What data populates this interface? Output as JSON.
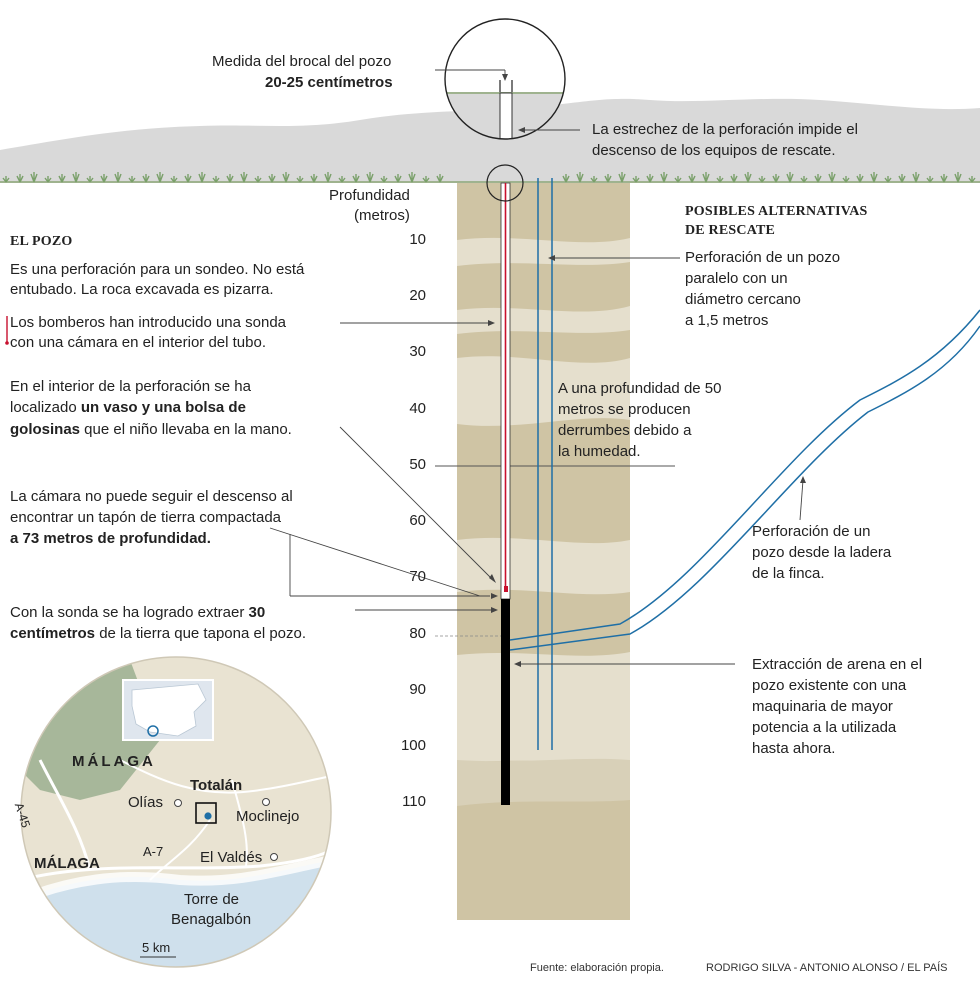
{
  "wellhead": {
    "title": "Medida del brocal del pozo",
    "value": "20-25 centímetros",
    "note_line1": "La estrechez de la perforación impide el",
    "note_line2": "descenso de los equipos de rescate."
  },
  "depth_axis": {
    "label_line1": "Profundidad",
    "label_line2": "(metros)",
    "ticks": [
      "10",
      "20",
      "30",
      "40",
      "50",
      "60",
      "70",
      "80",
      "90",
      "100",
      "110"
    ]
  },
  "left_panel": {
    "heading": "EL POZO",
    "p1_line1": "Es una perforación para un sondeo. No está",
    "p1_line2": "entubado. La roca excavada es pizarra.",
    "p2_line1": "Los bomberos han introducido una sonda",
    "p2_line2": "con una cámara en el interior del tubo.",
    "p3_line1": "En el interior de la perforación se ha",
    "p3_line2a": "localizado ",
    "p3_line2b": "un vaso y una bolsa de",
    "p3_line3a": "golosinas",
    "p3_line3b": " que el niño llevaba en la mano.",
    "p4_line1": "La cámara no puede seguir el descenso al",
    "p4_line2": "encontrar un tapón de tierra compactada",
    "p4_line3": "a 73 metros de profundidad.",
    "p5_line1a": "Con la sonda se ha logrado extraer ",
    "p5_line1b": "30",
    "p5_line2a": "centímetros",
    "p5_line2b": " de la tierra que tapona el pozo."
  },
  "right_panel": {
    "heading_line1": "POSIBLES ALTERNATIVAS",
    "heading_line2": "DE RESCATE",
    "alt1_line1": "Perforación de un pozo",
    "alt1_line2": "paralelo con un",
    "alt1_line3": "diámetro cercano",
    "alt1_line4": "a 1,5 metros",
    "collapse_line1": "A una profundidad de 50",
    "collapse_line2": "metros se producen",
    "collapse_line3": "derrumbes debido a",
    "collapse_line4": "la humedad.",
    "alt2_line1": "Perforación de un",
    "alt2_line2": "pozo desde la ladera",
    "alt2_line3": "de la finca.",
    "alt3_line1": "Extracción de arena en el",
    "alt3_line2": "pozo existente con una",
    "alt3_line3": "maquinaria de mayor",
    "alt3_line4": "potencia a la utilizada",
    "alt3_line5": "hasta ahora."
  },
  "map": {
    "region_label": "MÁLAGA",
    "city_label": "MÁLAGA",
    "highlight": "Totalán",
    "places": [
      "Olías",
      "Moclinejo",
      "El Valdés",
      "Torre de",
      "Benagalbón"
    ],
    "roads": [
      "A-45",
      "A-7"
    ],
    "scale": "5 km"
  },
  "footer": {
    "source": "Fuente: elaboración propia.",
    "credits": "RODRIGO SILVA - ANTONIO ALONSO / EL PAÍS"
  },
  "colors": {
    "sky_ground": "#d9d9d9",
    "soil_dark": "#cfc4a4",
    "soil_light": "#e5dfcd",
    "grass": "#7aa06a",
    "rescue_blue": "#1f6fa6",
    "probe_red": "#c8102e"
  }
}
